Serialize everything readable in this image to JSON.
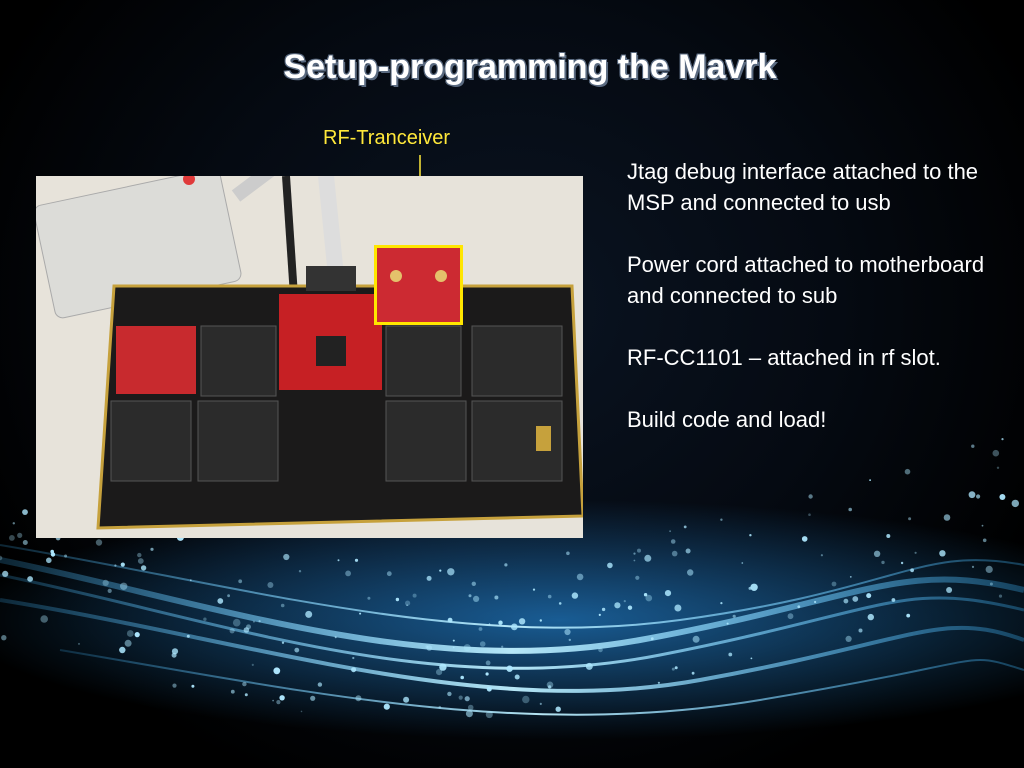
{
  "slide": {
    "title": "Setup-programming the Mavrk",
    "callout": {
      "label": "RF-Tranceiver",
      "color": "#ffe83a"
    },
    "photo": {
      "description_icon": "circuit-board-photo",
      "highlight_color": "#ffe600"
    },
    "notes": [
      "Jtag debug interface attached to the MSP and connected to usb",
      "Power cord attached to motherboard and connected to sub",
      "RF-CC1101 – attached in rf slot.",
      "Build code and load!"
    ]
  }
}
